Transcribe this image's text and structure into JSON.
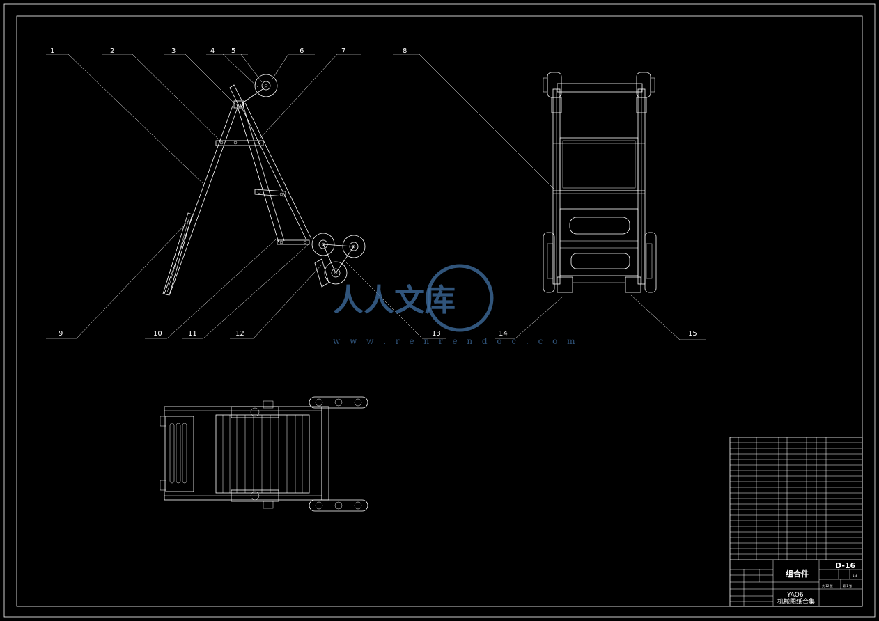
{
  "drawing": {
    "part_labels": [
      "1",
      "2",
      "3",
      "4",
      "5",
      "6",
      "7",
      "8",
      "9",
      "10",
      "11",
      "12",
      "13",
      "14",
      "15"
    ]
  },
  "title_block": {
    "drawing_number": "D-16",
    "title": "组合件",
    "company_line1": "YAO6",
    "company_line2": "机械图纸合集",
    "scale": "1:4",
    "sheet_total": "共 12 张",
    "sheet_no": "第 1 张"
  },
  "watermark": {
    "text": "人人文库",
    "url": "w w w . r e n r e n d o c . c o m"
  },
  "colors": {
    "background": "#000000",
    "lines": "#ffffff",
    "watermark": "#3d6a9a"
  }
}
